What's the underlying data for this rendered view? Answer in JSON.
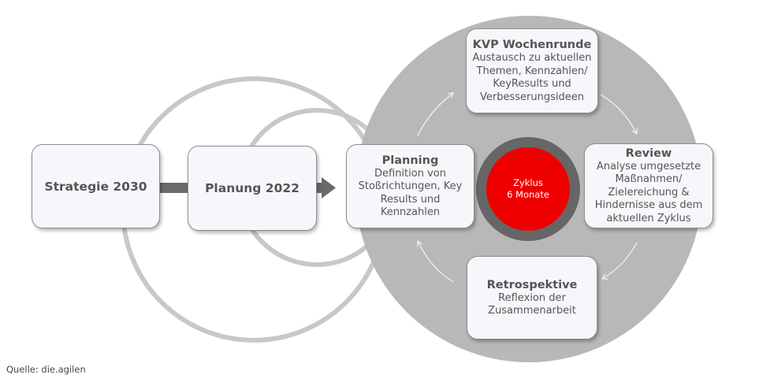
{
  "colors": {
    "background": "#ffffff",
    "outline_circles": "#c8c8c8",
    "cycle_disc": "#b8b8b8",
    "box_fill": "#f7f7fb",
    "box_border": "#8c8c8c",
    "arrow": "#6a6a6a",
    "center_ring": "#666666",
    "center_fill": "#ee0000",
    "cycle_arrows": "#f2f2f2"
  },
  "flow": {
    "strategy": "Strategie 2030",
    "planning_year": "Planung 2022"
  },
  "cycle": {
    "center": {
      "line1": "Zyklus",
      "line2": "6 Monate"
    },
    "steps": [
      {
        "title": "Planning",
        "text": "Definition von\nStoßrichtungen, Key\nResults und\nKennzahlen"
      },
      {
        "title": "KVP Wochenrunde",
        "text": "Austausch zu aktuellen\nThemen, Kennzahlen/\nKeyResults und\nVerbesserungsideen"
      },
      {
        "title": "Review",
        "text": "Analyse umgesetzte\nMaßnahmen/\nZielereichung &\nHindernisse aus dem\naktuellen Zyklus"
      },
      {
        "title": "Retrospektive",
        "text": "Reflexion der\nZusammenarbeit"
      }
    ]
  },
  "source": "Quelle: die.agilen",
  "icons": [
    "arrow-right-icon",
    "cycle-arrow-icon"
  ]
}
